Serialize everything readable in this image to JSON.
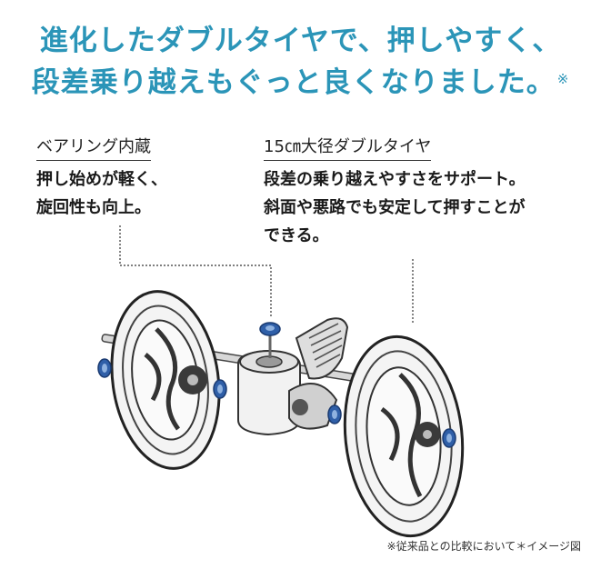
{
  "headline": {
    "line1": "進化したダブルタイヤで、押しやすく、",
    "line2": "段差乗り越えもぐっと良くなりました。",
    "note_mark": "※"
  },
  "features": [
    {
      "label": "ベアリング内蔵",
      "lines": [
        "押し始めが軽く、",
        "旋回性も向上。"
      ]
    },
    {
      "label": "15㎝大径ダブルタイヤ",
      "lines": [
        "段差の乗り越えやすさをサポート。",
        "斜面や悪路でも安定して押すことが",
        "できる。"
      ]
    }
  ],
  "footnote": "※従来品との比較において＊イメージ図",
  "colors": {
    "headline": "#2b95b8",
    "bearing_accent": "#2f5fa8",
    "wheel_dark": "#2a2a2a"
  }
}
